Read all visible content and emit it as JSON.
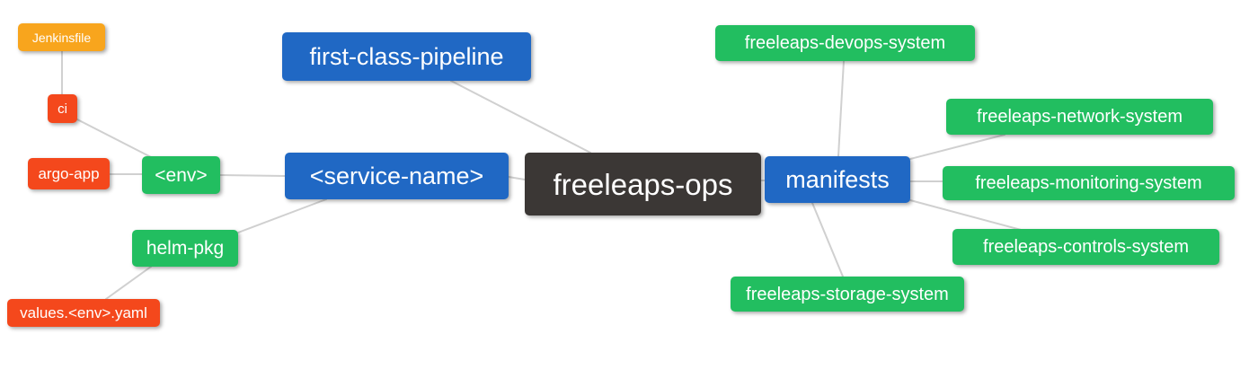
{
  "diagram": {
    "type": "mindmap",
    "root": "freeleaps-ops",
    "colors": {
      "blue": "#2068c4",
      "green": "#22be60",
      "red": "#f4481c",
      "orange": "#f8a51d",
      "dark": "#3b3735",
      "edge": "#d0d0d0",
      "text": "#ffffff",
      "background": "#ffffff"
    },
    "nodes": {
      "jenkinsfile": {
        "label": "Jenkinsfile",
        "color": "orange"
      },
      "ci": {
        "label": "ci",
        "color": "red"
      },
      "argo_app": {
        "label": "argo-app",
        "color": "red"
      },
      "env": {
        "label": "<env>",
        "color": "green"
      },
      "helm_pkg": {
        "label": "helm-pkg",
        "color": "green"
      },
      "values_env_yaml": {
        "label": "values.<env>.yaml",
        "color": "red"
      },
      "first_class_pipeline": {
        "label": "first-class-pipeline",
        "color": "blue"
      },
      "service_name": {
        "label": "<service-name>",
        "color": "blue"
      },
      "freeleaps_ops": {
        "label": "freeleaps-ops",
        "color": "dark"
      },
      "manifests": {
        "label": "manifests",
        "color": "blue"
      },
      "devops_system": {
        "label": "freeleaps-devops-system",
        "color": "green"
      },
      "network_system": {
        "label": "freeleaps-network-system",
        "color": "green"
      },
      "monitoring_system": {
        "label": "freeleaps-monitoring-system",
        "color": "green"
      },
      "controls_system": {
        "label": "freeleaps-controls-system",
        "color": "green"
      },
      "storage_system": {
        "label": "freeleaps-storage-system",
        "color": "green"
      }
    },
    "edges": [
      [
        "jenkinsfile",
        "ci"
      ],
      [
        "ci",
        "env"
      ],
      [
        "argo_app",
        "env"
      ],
      [
        "env",
        "service_name"
      ],
      [
        "helm_pkg",
        "service_name"
      ],
      [
        "values_env_yaml",
        "helm_pkg"
      ],
      [
        "first_class_pipeline",
        "freeleaps_ops"
      ],
      [
        "service_name",
        "freeleaps_ops"
      ],
      [
        "freeleaps_ops",
        "manifests"
      ],
      [
        "manifests",
        "devops_system"
      ],
      [
        "manifests",
        "network_system"
      ],
      [
        "manifests",
        "monitoring_system"
      ],
      [
        "manifests",
        "controls_system"
      ],
      [
        "manifests",
        "storage_system"
      ]
    ]
  }
}
